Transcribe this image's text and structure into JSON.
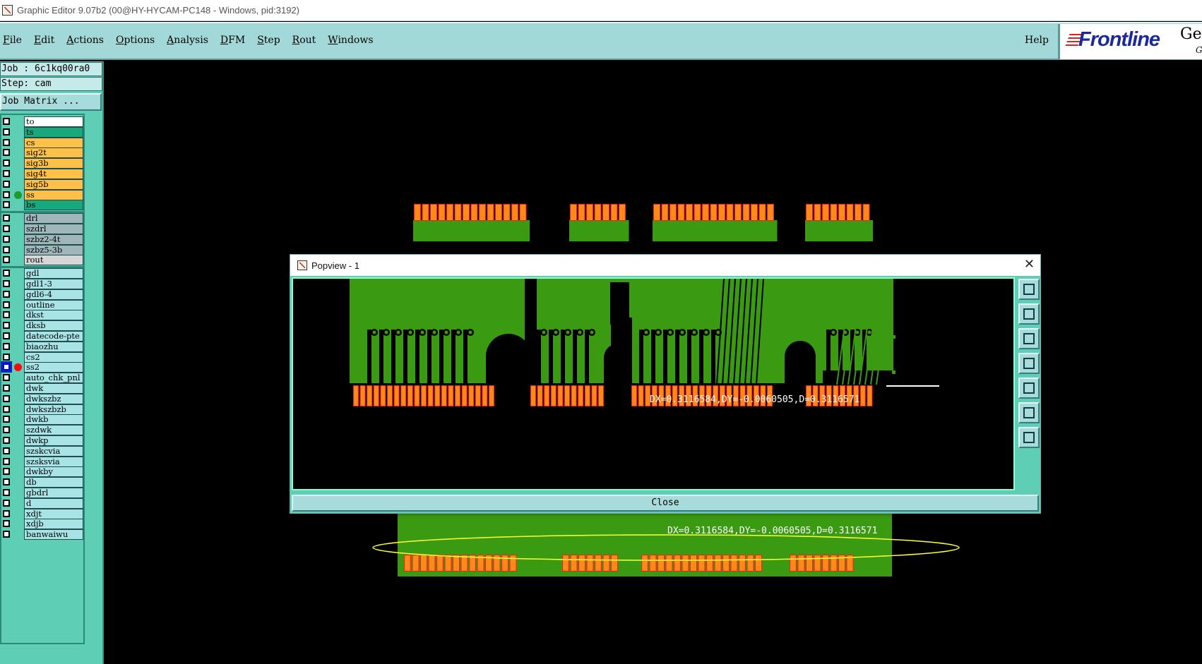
{
  "window": {
    "title": "Graphic Editor 9.07b2 (00@HY-HYCAM-PC148 - Windows, pid:3192)"
  },
  "menu": {
    "items": [
      "File",
      "Edit",
      "Actions",
      "Options",
      "Analysis",
      "DFM",
      "Step",
      "Rout",
      "Windows"
    ],
    "help": "Help"
  },
  "logo": {
    "brand": "Frontline",
    "product": "Ge",
    "sub": "G"
  },
  "job": {
    "label": "Job : 6c1kq00ra0",
    "step": "Step: cam",
    "matrix_button": "Job Matrix ..."
  },
  "layers": [
    {
      "name": "to",
      "color": "white"
    },
    {
      "name": "ts",
      "color": "teal"
    },
    {
      "name": "cs",
      "color": "yellow"
    },
    {
      "name": "sig2t",
      "color": "yellow"
    },
    {
      "name": "sig3b",
      "color": "yellow"
    },
    {
      "name": "sig4t",
      "color": "yellow"
    },
    {
      "name": "sig5b",
      "color": "yellow"
    },
    {
      "name": "ss",
      "color": "yellow",
      "dot": "green"
    },
    {
      "name": "bs",
      "color": "teal"
    },
    {
      "name": "drl",
      "color": "grey"
    },
    {
      "name": "szdrl",
      "color": "grey"
    },
    {
      "name": "szbz2-4t",
      "color": "grey"
    },
    {
      "name": "szbz5-3b",
      "color": "grey"
    },
    {
      "name": "rout",
      "color": "light"
    },
    {
      "name": "gdl",
      "color": "cyan"
    },
    {
      "name": "gdl1-3",
      "color": "cyan"
    },
    {
      "name": "gdl6-4",
      "color": "cyan"
    },
    {
      "name": "outline",
      "color": "cyan"
    },
    {
      "name": "dkst",
      "color": "cyan"
    },
    {
      "name": "dksb",
      "color": "cyan"
    },
    {
      "name": "datecode-pte",
      "color": "cyan"
    },
    {
      "name": "biaozhu",
      "color": "cyan"
    },
    {
      "name": "cs2",
      "color": "cyan"
    },
    {
      "name": "ss2",
      "color": "cyan",
      "dot": "red"
    },
    {
      "name": "auto_chk_pnl",
      "color": "cyan"
    },
    {
      "name": "dwk",
      "color": "cyan"
    },
    {
      "name": "dwkszbz",
      "color": "cyan"
    },
    {
      "name": "dwkszbzb",
      "color": "cyan"
    },
    {
      "name": "dwkb",
      "color": "cyan"
    },
    {
      "name": "szdwk",
      "color": "cyan"
    },
    {
      "name": "dwkp",
      "color": "cyan"
    },
    {
      "name": "szskcvia",
      "color": "cyan"
    },
    {
      "name": "szsksvia",
      "color": "cyan"
    },
    {
      "name": "dwkby",
      "color": "cyan"
    },
    {
      "name": "db",
      "color": "cyan"
    },
    {
      "name": "gbdrl",
      "color": "cyan"
    },
    {
      "name": "d",
      "color": "cyan"
    },
    {
      "name": "xdjt",
      "color": "cyan"
    },
    {
      "name": "xdjb",
      "color": "cyan"
    },
    {
      "name": "banwaiwu",
      "color": "cyan"
    }
  ],
  "popview": {
    "title": "Popview - 1",
    "close_label": "Close",
    "measure_text": "DX=0.3116584,DY=-0.0060505,D=0.3116571"
  },
  "canvas": {
    "measure_text": "DX=0.3116584,DY=-0.0060505,D=0.3116571"
  },
  "colors": {
    "pcb_green": "#3a9a12",
    "pad_orange": "#ff8a1a",
    "pad_red": "#ff1a1a",
    "menubar": "#a3d8d8",
    "panel": "#5ecfb4"
  }
}
